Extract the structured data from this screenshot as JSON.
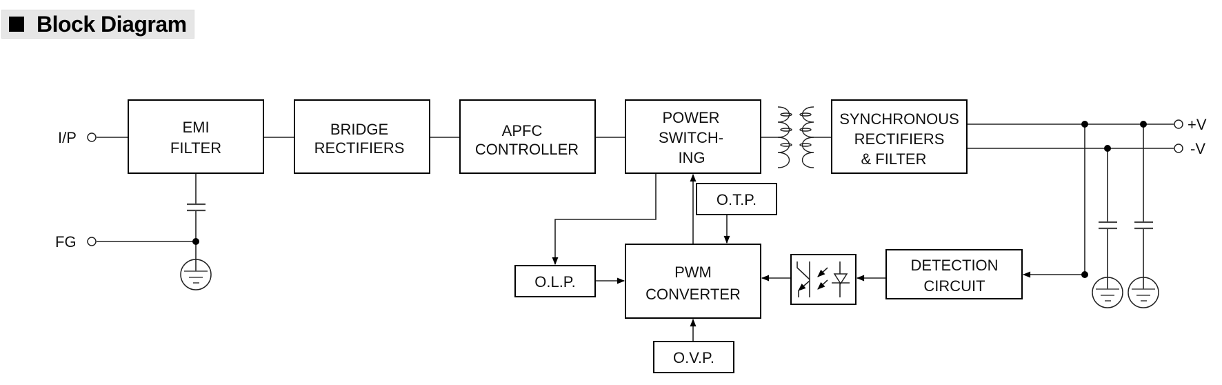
{
  "header": {
    "title": "Block Diagram",
    "marker_icon": "black-square-icon"
  },
  "terminals": {
    "input": "I/P",
    "frame_ground": "FG",
    "positive_output": "+V",
    "negative_output": "-V"
  },
  "blocks": {
    "emi_filter": [
      "EMI",
      "FILTER"
    ],
    "bridge_rectifiers": [
      "BRIDGE",
      "RECTIFIERS"
    ],
    "apfc_controller": [
      "APFC",
      "CONTROLLER"
    ],
    "power_switching": [
      "POWER",
      "SWITCH-",
      "ING"
    ],
    "sync_rectifiers": [
      "SYNCHRONOUS",
      "RECTIFIERS",
      "& FILTER"
    ],
    "otp": [
      "O.T.P."
    ],
    "olp": [
      "O.L.P."
    ],
    "pwm_converter": [
      "PWM",
      "CONVERTER"
    ],
    "ovp": [
      "O.V.P."
    ],
    "detection_circuit": [
      "DETECTION",
      "CIRCUIT"
    ]
  },
  "symbols": {
    "transformer": "transformer-icon",
    "optocoupler": "optocoupler-icon",
    "ground": "earth-ground-icon",
    "capacitor": "capacitor-icon"
  }
}
